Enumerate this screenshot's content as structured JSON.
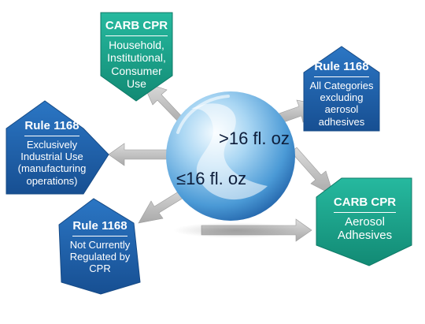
{
  "center": {
    "upper_label": ">16 fl. oz",
    "lower_label": "≤16 fl. oz"
  },
  "nodes": [
    {
      "id": "carb-cpr-household",
      "title": "CARB CPR",
      "lines": [
        "Household,",
        "Institutional,",
        "Consumer",
        "Use"
      ],
      "color": "teal"
    },
    {
      "id": "rule-1168-all-categories",
      "title": "Rule 1168",
      "lines": [
        "All Categories",
        "excluding aerosol",
        "adhesives"
      ],
      "color": "blue"
    },
    {
      "id": "rule-1168-industrial",
      "title": "Rule 1168",
      "lines": [
        "Exclusively",
        "Industrial Use",
        "(manufacturing",
        "operations)"
      ],
      "color": "blue"
    },
    {
      "id": "rule-1168-not-regulated",
      "title": "Rule 1168",
      "lines": [
        "Not Currently",
        "Regulated by",
        "CPR"
      ],
      "color": "blue"
    },
    {
      "id": "carb-cpr-aerosol",
      "title": "CARB CPR",
      "lines": [
        "Aerosol",
        "Adhesives"
      ],
      "color": "teal"
    }
  ],
  "colors": {
    "teal": "#1aa68e",
    "blue": "#1f64ad",
    "arrow": "#c2c2c2",
    "sphere": "#4d9fd8"
  }
}
